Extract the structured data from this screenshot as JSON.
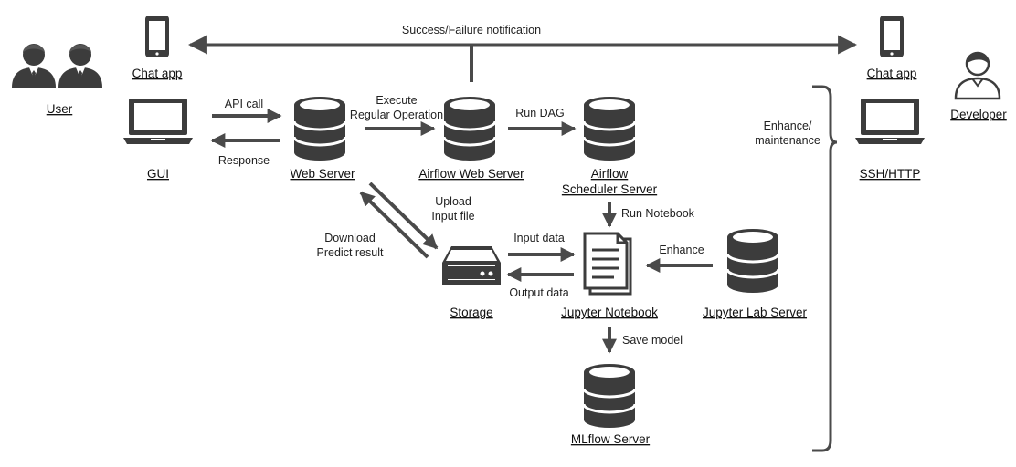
{
  "colors": {
    "ink": "#4a4a4a",
    "icon": "#3c3c3c",
    "text": "#222222"
  },
  "nodes": {
    "user": {
      "label": "User",
      "icon": "users-icon"
    },
    "chat_app_left": {
      "label": "Chat app",
      "icon": "smartphone-icon"
    },
    "gui": {
      "label": "GUI",
      "icon": "laptop-icon"
    },
    "web_server": {
      "label": "Web Server",
      "icon": "database-icon"
    },
    "airflow_web_server": {
      "label": "Airflow Web Server",
      "icon": "database-icon"
    },
    "airflow_scheduler": {
      "label_line1": "Airflow",
      "label_line2": "Scheduler Server",
      "icon": "database-icon"
    },
    "storage": {
      "label": "Storage",
      "icon": "storage-drive-icon"
    },
    "jupyter_notebook": {
      "label": "Jupyter Notebook",
      "icon": "notebook-document-icon"
    },
    "jupyter_lab_server": {
      "label": "Jupyter Lab Server",
      "icon": "database-icon"
    },
    "mlflow_server": {
      "label": "MLflow Server",
      "icon": "database-icon"
    },
    "chat_app_right": {
      "label": "Chat app",
      "icon": "smartphone-icon"
    },
    "developer": {
      "label": "Developer",
      "icon": "person-icon"
    },
    "ssh_http": {
      "label": "SSH/HTTP",
      "icon": "laptop-icon"
    }
  },
  "edges": {
    "notification": "Success/Failure notification",
    "api_call": "API call",
    "response": "Response",
    "execute_line1": "Execute",
    "execute_line2": "Regular Operation",
    "run_dag": "Run DAG",
    "upload_line1": "Upload",
    "upload_line2": "Input file",
    "download_line1": "Download",
    "download_line2": "Predict result",
    "run_notebook": "Run Notebook",
    "input_data": "Input data",
    "output_data": "Output data",
    "enhance": "Enhance",
    "save_model": "Save model",
    "enhance_maint_line1": "Enhance/",
    "enhance_maint_line2": "maintenance"
  }
}
